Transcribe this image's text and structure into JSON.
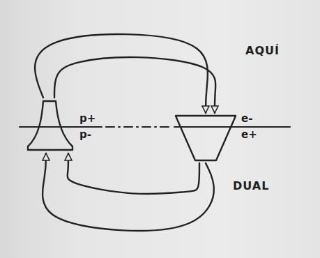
{
  "diagram": {
    "nodes": [
      {
        "text": [
          "p+",
          "p-"
        ]
      },
      {
        "text": [
          "e-",
          "e+"
        ]
      }
    ],
    "edges": [
      {
        "from": 0,
        "to": 1,
        "arrow": "to"
      },
      {
        "from": 0,
        "to": 1,
        "arrow": "to"
      },
      {
        "from": 1,
        "to": 0,
        "arrow": "to"
      },
      {
        "from": 1,
        "to": 0,
        "arrow": "to"
      }
    ],
    "labels": [
      "AQUÍ",
      "DUAL"
    ]
  }
}
